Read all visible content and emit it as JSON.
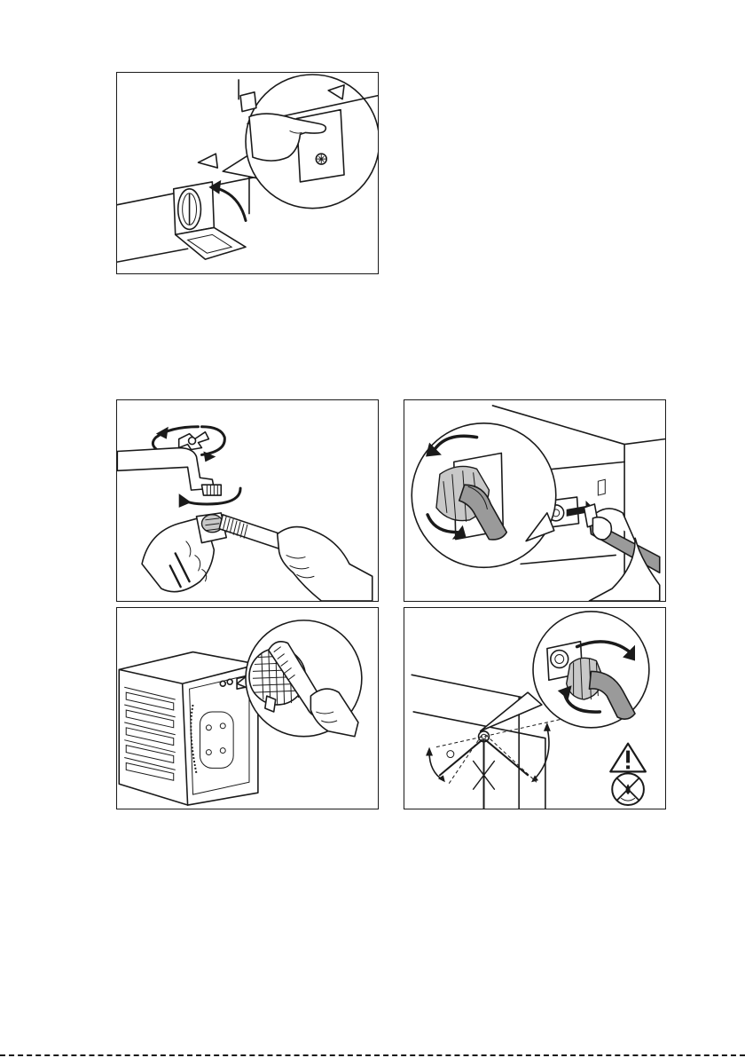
{
  "document": {
    "figures": [
      {
        "id": "fig-drain-filter-flap",
        "icon": "drain-filter-flap-illustration"
      },
      {
        "id": "fig-clean-tap-thread",
        "icon": "tap-and-brush-illustration"
      },
      {
        "id": "fig-unscrew-inlet-hose",
        "icon": "unscrew-hose-illustration"
      },
      {
        "id": "fig-clean-inlet-filter",
        "icon": "inlet-filter-brush-illustration"
      },
      {
        "id": "fig-reconnect-inlet-hose",
        "icon": "reconnect-hose-illustration"
      }
    ],
    "colors": {
      "line": "#1a1a1a",
      "hose": "#9a9a9a",
      "paper": "#ffffff"
    }
  }
}
